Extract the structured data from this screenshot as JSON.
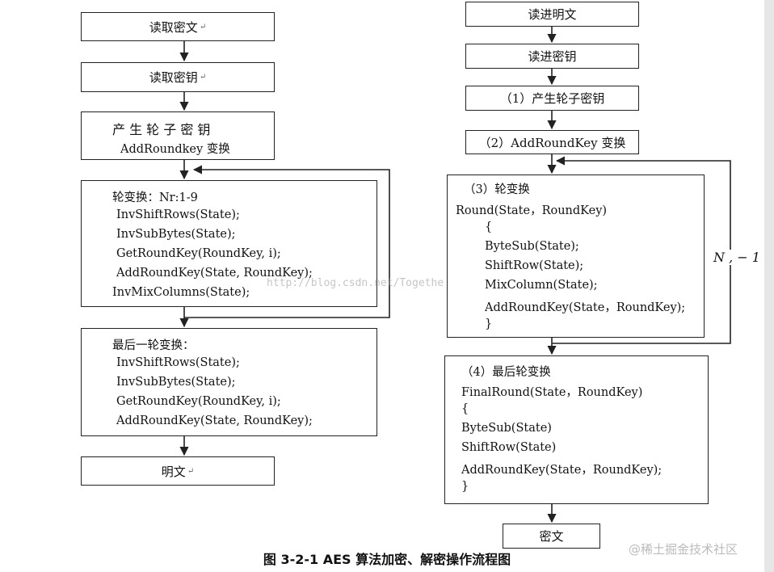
{
  "decrypt_flow": {
    "read_ciphertext": "读取密文",
    "read_key": "读取密钥",
    "key_gen_title": "产 生 轮 子 密 钥",
    "key_gen_sub": "AddRoundkey 变换",
    "rounds_title": "轮变换：Nr:1-9",
    "rounds_lines": [
      "InvShiftRows(State);",
      "InvSubBytes(State);",
      "GetRoundKey(RoundKey, i);",
      "AddRoundKey(State, RoundKey);",
      "InvMixColumns(State);"
    ],
    "final_title": "最后一轮变换：",
    "final_lines": [
      "InvShiftRows(State);",
      "InvSubBytes(State);",
      "GetRoundKey(RoundKey, i);",
      "AddRoundKey(State, RoundKey);"
    ],
    "plaintext": "明文"
  },
  "encrypt_flow": {
    "read_plaintext": "读进明文",
    "read_key": "读进密钥",
    "step1": "（1）产生轮子密钥",
    "step2": "（2）AddRoundKey 变换",
    "step3_title": "（3）轮变换",
    "step3_lines": [
      "Round(State，RoundKey)",
      "{",
      "ByteSub(State);",
      "ShiftRow(State);",
      "MixColumn(State);",
      "AddRoundKey(State，RoundKey);",
      "}"
    ],
    "loop_label": "N , − 1",
    "step4_title": "（4）最后轮变换",
    "step4_lines": [
      "FinalRound(State，RoundKey)",
      "{",
      "ByteSub(State)",
      "ShiftRow(State)",
      "AddRoundKey(State，RoundKey);",
      "}"
    ],
    "ciphertext": "密文"
  },
  "caption": "图 3-2-1 AES 算法加密、解密操作流程图",
  "watermark": "http://blog.csdn.net/Togethe",
  "site_tag": "@稀土掘金技术社区",
  "colors": {
    "line": "#222222",
    "background": "#ffffff",
    "watermark": "#969696"
  }
}
